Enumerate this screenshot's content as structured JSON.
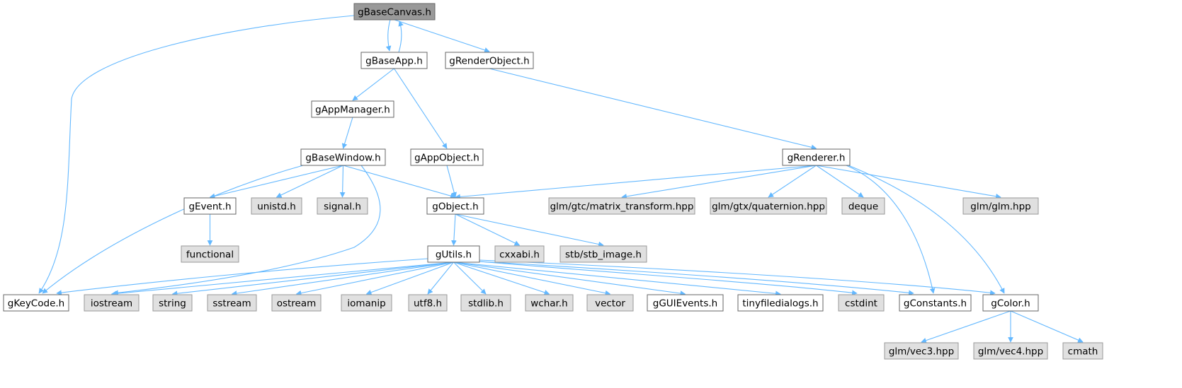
{
  "diagram": {
    "title": "",
    "colors": {
      "edge": "#63b8ff",
      "root_fill": "#999999",
      "project_fill": "#ffffff",
      "project_stroke": "#666666",
      "system_fill": "#e0e0e0",
      "system_stroke": "#999999"
    },
    "nodes": [
      {
        "id": "gBaseCanvas",
        "label": "gBaseCanvas.h",
        "kind": "root"
      },
      {
        "id": "gBaseApp",
        "label": "gBaseApp.h",
        "kind": "project"
      },
      {
        "id": "gRenderObject",
        "label": "gRenderObject.h",
        "kind": "project"
      },
      {
        "id": "gAppManager",
        "label": "gAppManager.h",
        "kind": "project"
      },
      {
        "id": "gAppObject",
        "label": "gAppObject.h",
        "kind": "project"
      },
      {
        "id": "gRenderer",
        "label": "gRenderer.h",
        "kind": "project"
      },
      {
        "id": "gBaseWindow",
        "label": "gBaseWindow.h",
        "kind": "project"
      },
      {
        "id": "gEvent",
        "label": "gEvent.h",
        "kind": "project"
      },
      {
        "id": "unistd",
        "label": "unistd.h",
        "kind": "system"
      },
      {
        "id": "signal",
        "label": "signal.h",
        "kind": "system"
      },
      {
        "id": "gObject",
        "label": "gObject.h",
        "kind": "project"
      },
      {
        "id": "matrix_transform",
        "label": "glm/gtc/matrix_transform.hpp",
        "kind": "system"
      },
      {
        "id": "quaternion",
        "label": "glm/gtx/quaternion.hpp",
        "kind": "system"
      },
      {
        "id": "deque",
        "label": "deque",
        "kind": "system"
      },
      {
        "id": "glm",
        "label": "glm/glm.hpp",
        "kind": "system"
      },
      {
        "id": "functional",
        "label": "functional",
        "kind": "system"
      },
      {
        "id": "gUtils",
        "label": "gUtils.h",
        "kind": "project"
      },
      {
        "id": "cxxabi",
        "label": "cxxabi.h",
        "kind": "system"
      },
      {
        "id": "stb_image",
        "label": "stb/stb_image.h",
        "kind": "system"
      },
      {
        "id": "gKeyCode",
        "label": "gKeyCode.h",
        "kind": "project"
      },
      {
        "id": "iostream",
        "label": "iostream",
        "kind": "system"
      },
      {
        "id": "string",
        "label": "string",
        "kind": "system"
      },
      {
        "id": "sstream",
        "label": "sstream",
        "kind": "system"
      },
      {
        "id": "ostream",
        "label": "ostream",
        "kind": "system"
      },
      {
        "id": "iomanip",
        "label": "iomanip",
        "kind": "system"
      },
      {
        "id": "utf8",
        "label": "utf8.h",
        "kind": "system"
      },
      {
        "id": "stdlib",
        "label": "stdlib.h",
        "kind": "system"
      },
      {
        "id": "wchar",
        "label": "wchar.h",
        "kind": "system"
      },
      {
        "id": "vector",
        "label": "vector",
        "kind": "system"
      },
      {
        "id": "gGUIEvents",
        "label": "gGUIEvents.h",
        "kind": "project"
      },
      {
        "id": "tinyfiledialogs",
        "label": "tinyfiledialogs.h",
        "kind": "project"
      },
      {
        "id": "cstdint",
        "label": "cstdint",
        "kind": "system"
      },
      {
        "id": "gConstants",
        "label": "gConstants.h",
        "kind": "project"
      },
      {
        "id": "gColor",
        "label": "gColor.h",
        "kind": "project"
      },
      {
        "id": "vec3",
        "label": "glm/vec3.hpp",
        "kind": "system"
      },
      {
        "id": "vec4",
        "label": "glm/vec4.hpp",
        "kind": "system"
      },
      {
        "id": "cmath",
        "label": "cmath",
        "kind": "system"
      }
    ],
    "edges": [
      [
        "gBaseCanvas",
        "gKeyCode"
      ],
      [
        "gBaseCanvas",
        "gBaseApp"
      ],
      [
        "gBaseApp",
        "gBaseCanvas"
      ],
      [
        "gBaseCanvas",
        "gRenderObject"
      ],
      [
        "gBaseApp",
        "gAppManager"
      ],
      [
        "gBaseApp",
        "gAppObject"
      ],
      [
        "gRenderObject",
        "gRenderer"
      ],
      [
        "gAppManager",
        "gBaseWindow"
      ],
      [
        "gAppObject",
        "gObject"
      ],
      [
        "gBaseWindow",
        "gKeyCode"
      ],
      [
        "gBaseWindow",
        "gEvent"
      ],
      [
        "gBaseWindow",
        "unistd"
      ],
      [
        "gBaseWindow",
        "signal"
      ],
      [
        "gBaseWindow",
        "gObject"
      ],
      [
        "gBaseWindow",
        "iostream"
      ],
      [
        "gEvent",
        "functional"
      ],
      [
        "gRenderer",
        "gObject"
      ],
      [
        "gRenderer",
        "matrix_transform"
      ],
      [
        "gRenderer",
        "quaternion"
      ],
      [
        "gRenderer",
        "deque"
      ],
      [
        "gRenderer",
        "glm"
      ],
      [
        "gRenderer",
        "gConstants"
      ],
      [
        "gRenderer",
        "gColor"
      ],
      [
        "gObject",
        "gUtils"
      ],
      [
        "gObject",
        "cxxabi"
      ],
      [
        "gObject",
        "stb_image"
      ],
      [
        "gUtils",
        "gKeyCode"
      ],
      [
        "gUtils",
        "iostream"
      ],
      [
        "gUtils",
        "string"
      ],
      [
        "gUtils",
        "sstream"
      ],
      [
        "gUtils",
        "ostream"
      ],
      [
        "gUtils",
        "iomanip"
      ],
      [
        "gUtils",
        "utf8"
      ],
      [
        "gUtils",
        "stdlib"
      ],
      [
        "gUtils",
        "wchar"
      ],
      [
        "gUtils",
        "vector"
      ],
      [
        "gUtils",
        "gGUIEvents"
      ],
      [
        "gUtils",
        "tinyfiledialogs"
      ],
      [
        "gUtils",
        "cstdint"
      ],
      [
        "gUtils",
        "gConstants"
      ],
      [
        "gUtils",
        "gColor"
      ],
      [
        "gColor",
        "vec3"
      ],
      [
        "gColor",
        "vec4"
      ],
      [
        "gColor",
        "cmath"
      ]
    ]
  }
}
